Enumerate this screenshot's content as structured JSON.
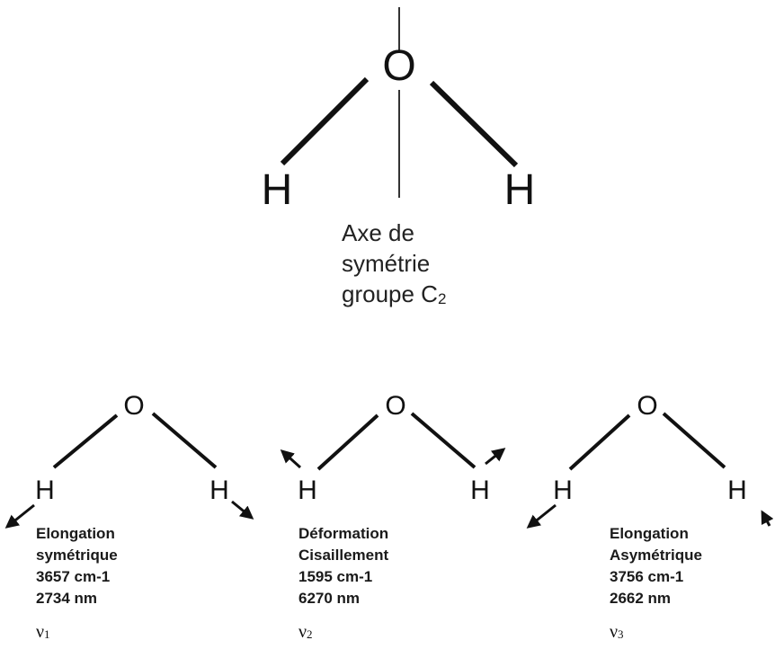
{
  "main_molecule": {
    "center": "O",
    "left": "H",
    "right": "H"
  },
  "axis_caption": {
    "line1": "Axe de",
    "line2": "symétrie",
    "line3_prefix": "groupe C",
    "line3_sub": "2"
  },
  "modes": [
    {
      "atoms": {
        "center": "O",
        "left": "H",
        "right": "H"
      },
      "line1": "Elongation",
      "line2": "symétrique",
      "line3": "3657 cm-1",
      "line4": "2734 nm",
      "symbol": "ν",
      "index": "1"
    },
    {
      "atoms": {
        "center": "O",
        "left": "H",
        "right": "H"
      },
      "line1": "Déformation",
      "line2": "Cisaillement",
      "line3": "1595 cm-1",
      "line4": "6270 nm",
      "symbol": "ν",
      "index": "2"
    },
    {
      "atoms": {
        "center": "O",
        "left": "H",
        "right": "H"
      },
      "line1": "Elongation",
      "line2": "Asymétrique",
      "line3": "3756 cm-1",
      "line4": "2662 nm",
      "symbol": "ν",
      "index": "3"
    }
  ]
}
